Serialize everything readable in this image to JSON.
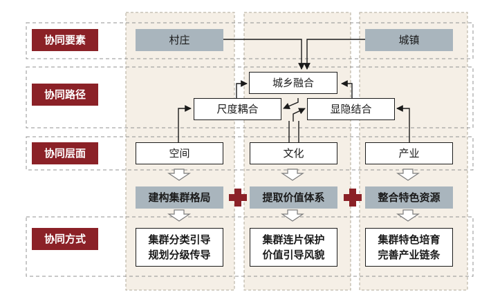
{
  "rows": {
    "elements": "协同要素",
    "paths": "协同路径",
    "levels": "协同层面",
    "methods": "协同方式"
  },
  "elements": {
    "village": "村庄",
    "town": "城镇"
  },
  "paths": {
    "urban_rural_fusion": "城乡融合",
    "scale_coupling": "尺度耦合",
    "explicit_implicit": "显隐结合"
  },
  "levels": {
    "space": "空间",
    "culture": "文化",
    "industry": "产业"
  },
  "outcomes": {
    "cluster_layout": "建构集群格局",
    "value_system": "提取价值体系",
    "feature_resources": "整合特色资源"
  },
  "methods": {
    "space": {
      "line1": "集群分类引导",
      "line2": "规划分级传导"
    },
    "culture": {
      "line1": "集群连片保护",
      "line2": "价值引导风貌"
    },
    "industry": {
      "line1": "集群特色培育",
      "line2": "完善产业链条"
    }
  },
  "colors": {
    "label_red": "#8b2127",
    "element_grey": "#a9b5bd",
    "column_fill": "#f5efe6"
  }
}
